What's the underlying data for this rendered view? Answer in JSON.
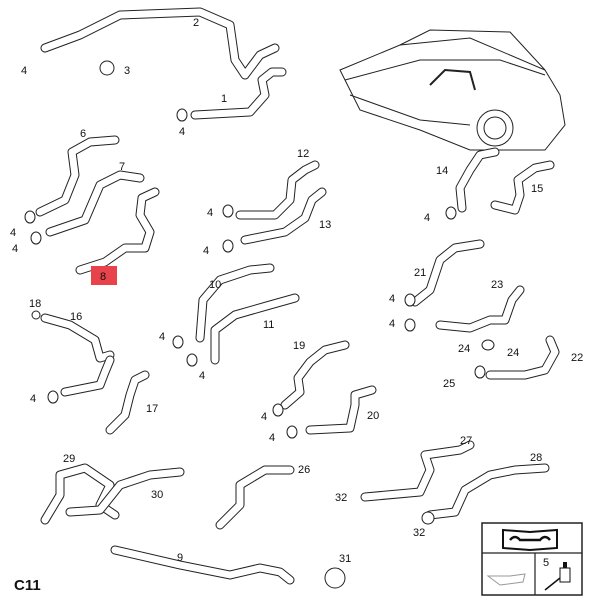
{
  "diagram": {
    "page_code": "C11",
    "highlighted_part": "8",
    "highlight_color": "#e8434a",
    "labels": [
      "2",
      "4",
      "3",
      "1",
      "4",
      "6",
      "7",
      "4",
      "4",
      "8",
      "12",
      "14",
      "15",
      "4",
      "13",
      "4",
      "4",
      "21",
      "23",
      "4",
      "4",
      "10",
      "11",
      "18",
      "16",
      "4",
      "4",
      "19",
      "24",
      "24",
      "22",
      "25",
      "4",
      "17",
      "4",
      "20",
      "4",
      "27",
      "28",
      "29",
      "26",
      "30",
      "32",
      "32",
      "9",
      "31"
    ],
    "legend": {
      "part_label": "5",
      "icon_top": "repair-manual-icon",
      "icon_left": "hose-clip-icon",
      "icon_right": "sealant-bottle-icon"
    }
  }
}
